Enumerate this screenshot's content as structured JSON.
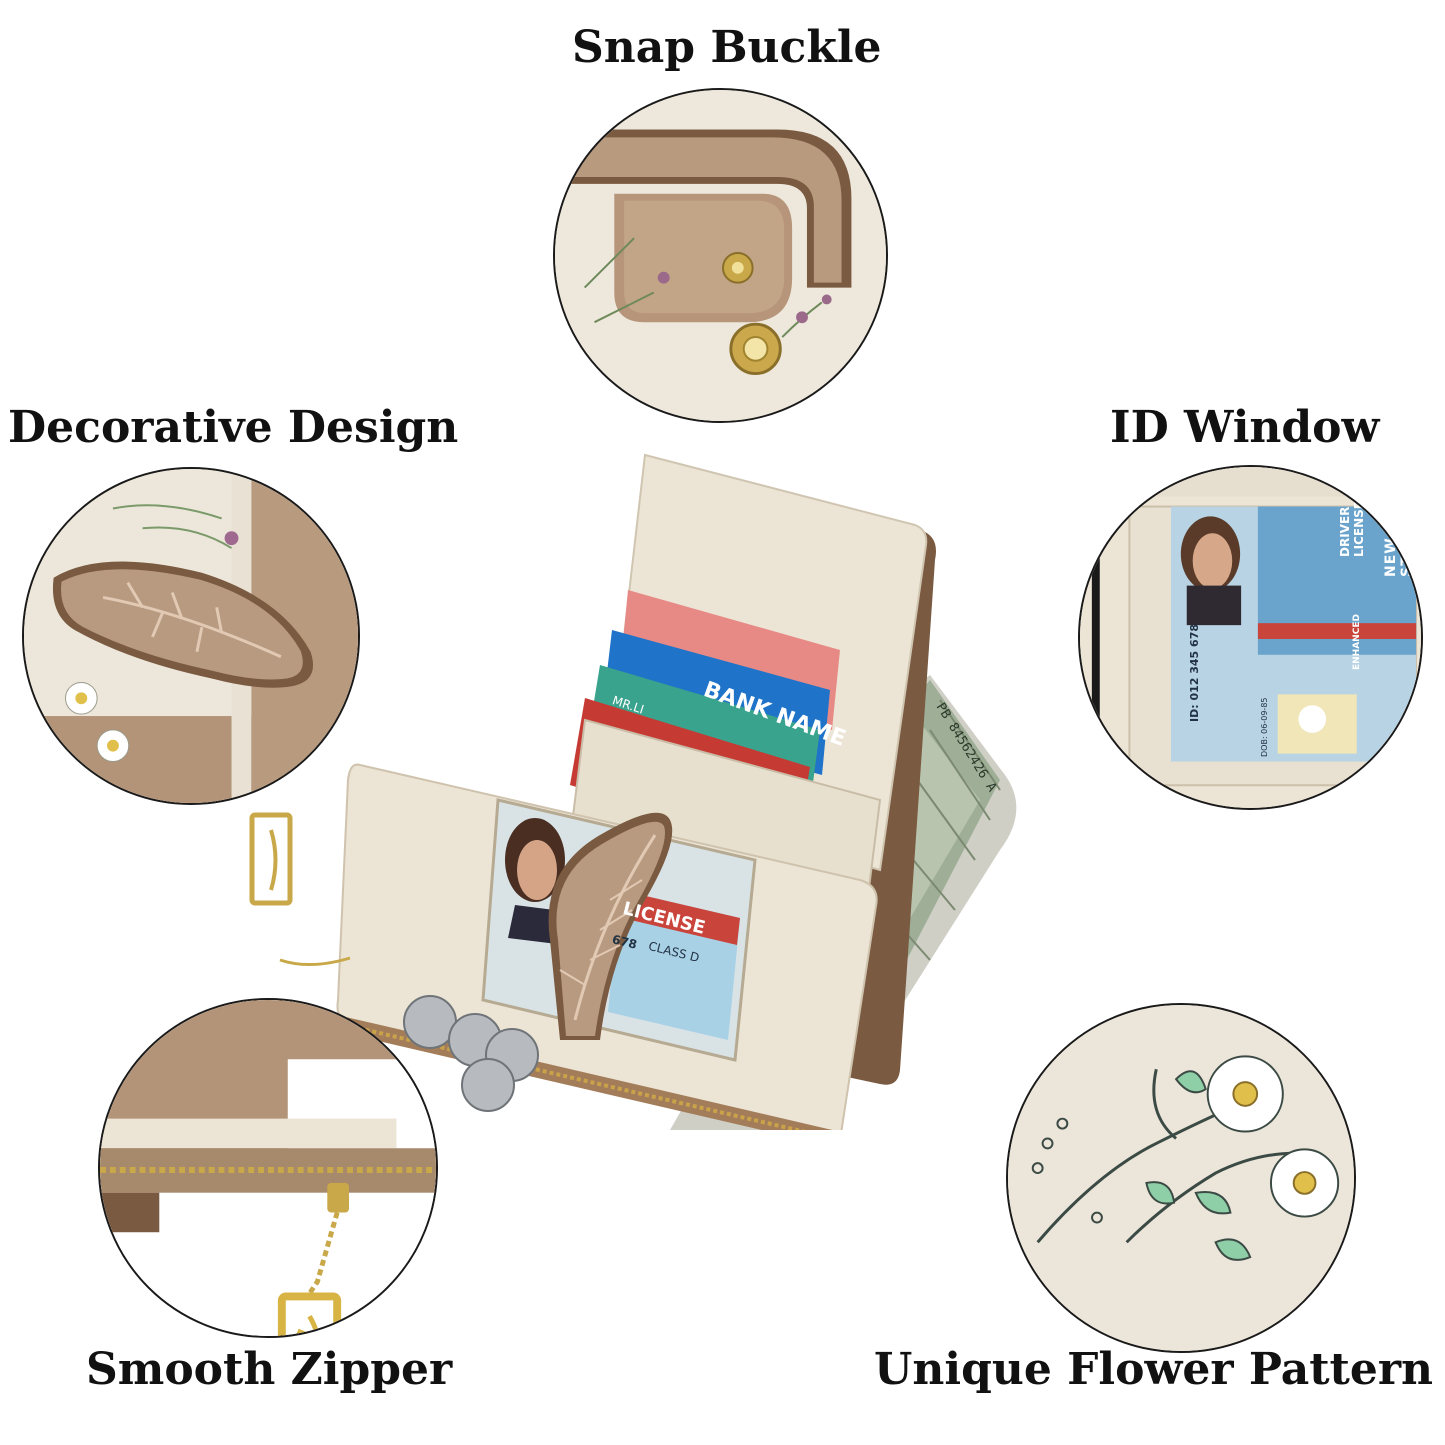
{
  "labels": {
    "snap_buckle": "Snap Buckle",
    "decorative_design": "Decorative Design",
    "id_window": "ID Window",
    "smooth_zipper": "Smooth Zipper",
    "unique_flower_pattern": "Unique Flower Pattern"
  },
  "card_text": {
    "bank_name": "BANK NAME",
    "card_holder": "MR.LI",
    "license_title": "DRIVER LICENSE",
    "license_badge": "ENHANCED",
    "license_state": "NEW STATE",
    "license_id": "ID: 012 345 678",
    "license_class": "CLASS D",
    "license_dob": "DOB: 06-09-85",
    "license_short": "LICENSE",
    "license_class_short": "CLASS D",
    "license_num_short": "678",
    "bill_serial": "PB 84562426 A"
  },
  "colors": {
    "leather_cream": "#ece5d6",
    "leather_taupe": "#b29376",
    "leather_edge": "#7a5a40",
    "gold": "#d8b444",
    "bill_green": "#9fae97"
  }
}
